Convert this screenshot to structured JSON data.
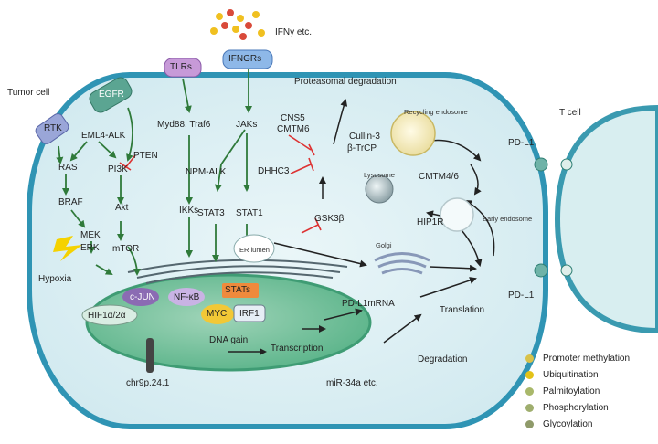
{
  "labels": {
    "ifng": "IFNγ etc.",
    "tumor_cell": "Tumor cell",
    "t_cell": "T cell",
    "rtk": "RTK",
    "egfr": "EGFR",
    "tlrs": "TLRs",
    "ifngrs": "IFNGRs",
    "eml4_alk": "EML4-ALK",
    "myd88": "Myd88, Traf6",
    "jaks": "JAKs",
    "ras": "RAS",
    "pi3k": "PI3K",
    "pten": "PTEN",
    "akt": "Akt",
    "braf": "BRAF",
    "mek": "MEK",
    "erk": "ERK",
    "mtor": "mTOR",
    "ikks": "IKKs",
    "npm_alk": "NPM-ALK",
    "stat3": "STAT3",
    "stat1": "STAT1",
    "hypoxia": "Hypoxia",
    "proteasomal": "Proteasomal degradation",
    "cns5": "CNS5",
    "cmtm6": "CMTM6",
    "cullin3": "Cullin-3",
    "btrcp": "β-TrCP",
    "dhhc3": "DHHC3",
    "gsk3b": "GSK3β",
    "er_lumen": "ER lumen",
    "golgi": "Golgi",
    "recycling_endosome": "Recycling endosome",
    "lysosome": "Lysosome",
    "cmtm46": "CMTM4/6",
    "hip1r": "HIP1R",
    "early_endosome": "Early endosome",
    "pdl1_top": "PD-L1",
    "pdl1_bottom": "PD-L1",
    "cjun": "c-JUN",
    "nfkb": "NF-κB",
    "stats": "STATs",
    "hif": "HIF1α/2α",
    "myc": "MYC",
    "irf1": "IRF1",
    "dna_gain": "DNA gain",
    "transcription": "Transcription",
    "pdl1_mrna": "PD-L1mRNA",
    "translation": "Translation",
    "chr": "chr9p.24.1",
    "mir": "miR-34a etc.",
    "degradation": "Degradation"
  },
  "legend": [
    {
      "label": "Promoter methylation",
      "color": "#d8c24a"
    },
    {
      "label": "Ubiquitination",
      "color": "#e3c218"
    },
    {
      "label": "Palmitoylation",
      "color": "#a9b86a"
    },
    {
      "label": "Phosphorylation",
      "color": "#9fae6e"
    },
    {
      "label": "Glycoylation",
      "color": "#8f9a6a"
    }
  ]
}
